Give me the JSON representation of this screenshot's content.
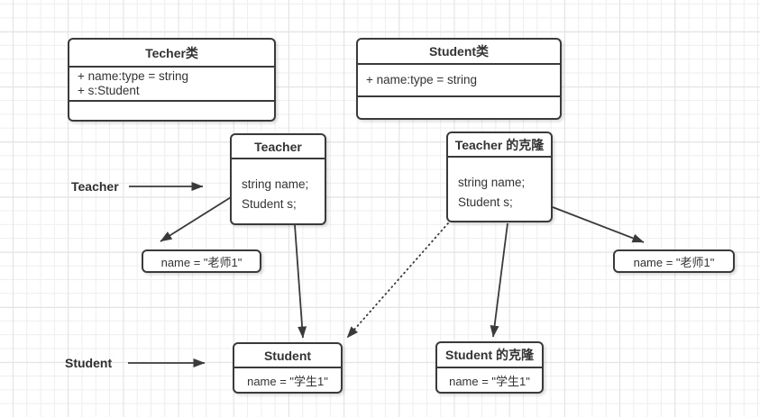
{
  "class_boxes": [
    {
      "title": "Techer类",
      "attr1": "+ name:type = string",
      "attr2": "+ s:Student"
    },
    {
      "title": "Student类",
      "attr1": "+ name:type = string"
    }
  ],
  "object_boxes": [
    {
      "title": "Teacher",
      "line1": "string name;",
      "line2": "Student s;"
    },
    {
      "title": "Teacher 的克隆",
      "line1": "string name;",
      "line2": "Student s;"
    }
  ],
  "value_boxes": [
    {
      "text": "name = \"老师1\""
    },
    {
      "text": "name = \"老师1\""
    }
  ],
  "instance_boxes": [
    {
      "title": "Student",
      "text": "name = \"学生1\""
    },
    {
      "title": "Student 的克隆",
      "text": "name = \"学生1\""
    }
  ],
  "labels": [
    {
      "text": "Teacher"
    },
    {
      "text": "Student"
    }
  ],
  "colors": {
    "stroke": "#3a3a3a",
    "background": "#ffffff",
    "grid_minor": "#eeeeee",
    "grid_major": "#e2e2e2"
  }
}
